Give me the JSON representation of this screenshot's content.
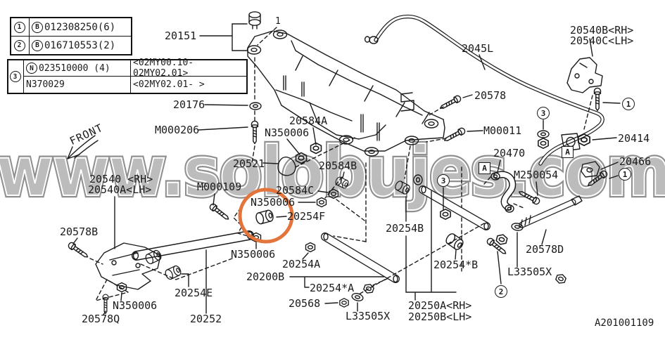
{
  "drawing_number": "A201001109",
  "front_label": "FRONT",
  "watermark": {
    "text": "www.solobujes.com"
  },
  "highlight": {
    "color": "#e2743c"
  },
  "callouts": {
    "c1": "1",
    "c2": "2",
    "c3": "3",
    "boxA": "A",
    "plain1": "1"
  },
  "legend": {
    "table1": {
      "rows": [
        {
          "ref": "1",
          "prefix": "B",
          "part": "012308250(6)"
        },
        {
          "ref": "2",
          "prefix": "B",
          "part": "016710553(2)"
        }
      ]
    },
    "table2": {
      "ref": "3",
      "rows": [
        {
          "prefix": "N",
          "part": "023510000 (4)",
          "range": "<02MY00.10-02MY02.01>"
        },
        {
          "prefix": "",
          "part": "N370029",
          "range": "<02MY02.01-          >"
        }
      ]
    }
  },
  "labels": {
    "p20151": "20151",
    "p2045L": "2045L",
    "p20540B": "20540B<RH>",
    "p20540C": "20540C<LH>",
    "p20578": "20578",
    "pM00011": "M00011",
    "p20414": "20414",
    "p20466": "20466",
    "p20470": "20470",
    "pM250054": "M250054",
    "p20176": "20176",
    "pM000206": "M000206",
    "p20584A": "20584A",
    "pN350006_a": "N350006",
    "p20521": "20521",
    "p20584B": "20584B",
    "p20584C": "20584C",
    "pN350006_b": "N350006",
    "p20254F": "20254F",
    "pM000109": "M000109",
    "p20540": "20540 <RH>",
    "p20540A": "20540A<LH>",
    "p20578B": "20578B",
    "pN350006_c": "N350006",
    "p20578Q": "20578Q",
    "p20254E": "20254E",
    "p20252": "20252",
    "pN350006_d": "N350006",
    "p20254A": "20254A",
    "p20200B": "20200B",
    "p20254sA": "20254*A",
    "p20568": "20568",
    "pL33505X_a": "L33505X",
    "p20254B": "20254B",
    "p20254sB": "20254*B",
    "p20250A": "20250A<RH>",
    "p20250B": "20250B<LH>",
    "p20578D": "20578D",
    "pL33505X_b": "L33505X"
  }
}
